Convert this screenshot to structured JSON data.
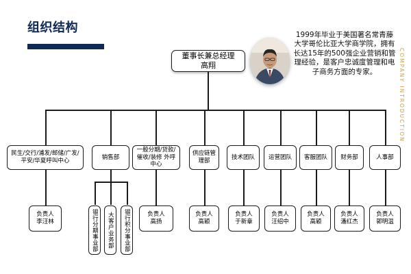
{
  "header": {
    "title": "组织结构"
  },
  "executive": {
    "title": "董事长兼总经理",
    "name": "高翔"
  },
  "bio": "1999年毕业于美国著名常青藤大学哥伦比亚大学商学院，拥有长达15年的500强企业营销和管理经验，是客户忠诚度管理和电子商务方面的专家。",
  "side_text": {
    "line1": "COMPANY",
    "line2": "INTRODUCTION"
  },
  "departments": [
    {
      "label": "民生/交行/浦发/邮储/广发/平安/华夏呼叫中心"
    },
    {
      "label": "销售部"
    },
    {
      "label": "一般分期/贷款/催收/装修 外呼中心"
    },
    {
      "label": "供应链管理部"
    },
    {
      "label": "技术团队"
    },
    {
      "label": "运营团队"
    },
    {
      "label": "客服团队"
    },
    {
      "label": "财务部"
    },
    {
      "label": "人事部"
    }
  ],
  "leaders": [
    {
      "role": "负责人",
      "name": "李汪林"
    },
    {
      "role": "负责人",
      "name": "高扬"
    },
    {
      "role": "负责人",
      "name": "高颖"
    },
    {
      "role": "负责人",
      "name": "于新章"
    },
    {
      "role": "负责人",
      "name": "汪绍中"
    },
    {
      "role": "负责人",
      "name": "高颖"
    },
    {
      "role": "负责人",
      "name": "潘红杰"
    },
    {
      "role": "负责人",
      "name": "郭明温"
    }
  ],
  "sales_units": [
    {
      "label": "银行分期事业部"
    },
    {
      "label": "大客户业务部"
    },
    {
      "label": "银行积分事业部"
    }
  ]
}
